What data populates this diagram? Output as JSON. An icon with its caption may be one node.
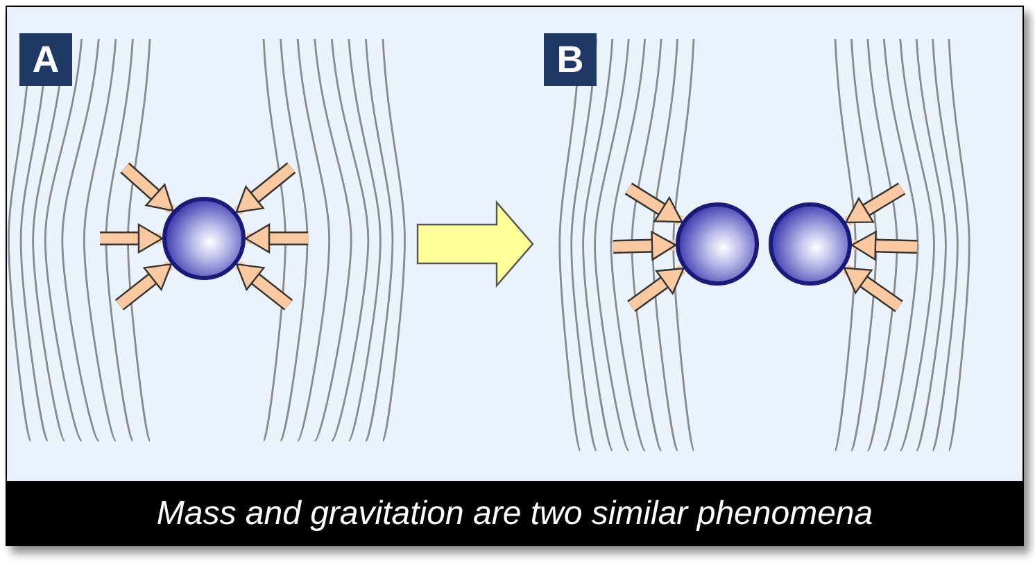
{
  "diagram": {
    "caption": "Mass and gravitation are two similar phenomena",
    "nodes": [
      {
        "text": [
          "A"
        ]
      },
      {
        "text": [
          "B"
        ]
      },
      {
        "text": [],
        "shape": "circle"
      },
      {
        "text": [],
        "shape": "circle"
      },
      {
        "text": [],
        "shape": "circle"
      }
    ],
    "edges": [
      {
        "from": null,
        "to": 2,
        "arrow": "to"
      },
      {
        "from": null,
        "to": 2,
        "arrow": "to"
      },
      {
        "from": null,
        "to": 2,
        "arrow": "to"
      },
      {
        "from": null,
        "to": 2,
        "arrow": "to"
      },
      {
        "from": null,
        "to": 2,
        "arrow": "to"
      },
      {
        "from": null,
        "to": 2,
        "arrow": "to"
      },
      {
        "from": null,
        "to": 3,
        "arrow": "to"
      },
      {
        "from": null,
        "to": 3,
        "arrow": "to"
      },
      {
        "from": null,
        "to": 3,
        "arrow": "to"
      },
      {
        "from": null,
        "to": 4,
        "arrow": "to"
      },
      {
        "from": null,
        "to": 4,
        "arrow": "to"
      },
      {
        "from": null,
        "to": 4,
        "arrow": "to"
      }
    ]
  }
}
